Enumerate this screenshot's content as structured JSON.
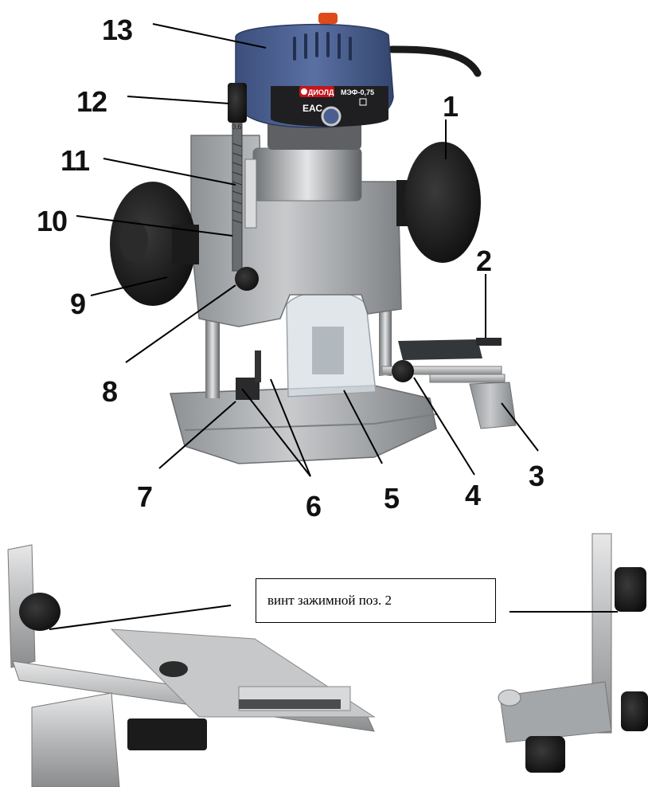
{
  "callouts": {
    "c1": "1",
    "c2": "2",
    "c3": "3",
    "c4": "4",
    "c5": "5",
    "c6": "6",
    "c7": "7",
    "c8": "8",
    "c9": "9",
    "c10": "10",
    "c11": "11",
    "c12": "12",
    "c13": "13"
  },
  "product": {
    "brand": "ДИОЛД",
    "model": "МЭФ-0,75",
    "cert_mark": "ЕАС",
    "scale_mark": "0,6"
  },
  "note": {
    "text": "винт зажимной поз. 2"
  },
  "colors": {
    "motor_housing": "#4a5f8f",
    "cast_body": "#a9acae",
    "handle": "#1d1d1d",
    "switch": "#e04a1a",
    "brand_badge": "#c4161c"
  }
}
